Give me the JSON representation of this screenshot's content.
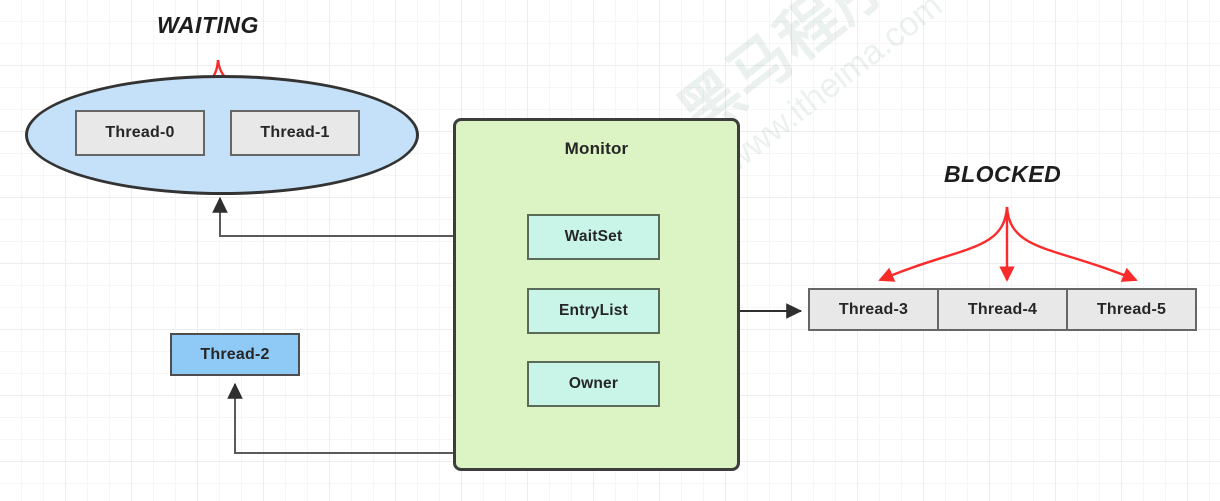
{
  "diagram": {
    "title_waiting": "WAITING",
    "title_blocked": "BLOCKED",
    "watermark_cn": "黑马程序员",
    "watermark_url": "www.itheima.com",
    "colors": {
      "waiting_ellipse_fill": "#c5e1f9",
      "monitor_fill": "#dcf3c3",
      "inner_fill": "#c8f5e8",
      "thread_gray_fill": "#e8e8e8",
      "thread_blue_fill": "#8fc9f5",
      "arrow_red": "#fa2b2b",
      "arrow_dark": "#3a3a3a",
      "grid_line": "#ededed"
    }
  },
  "waiting_group": {
    "label": "WAITING",
    "threads": [
      {
        "label": "Thread-0"
      },
      {
        "label": "Thread-1"
      }
    ]
  },
  "monitor": {
    "label": "Monitor",
    "slots": [
      {
        "label": "WaitSet"
      },
      {
        "label": "EntryList"
      },
      {
        "label": "Owner"
      }
    ]
  },
  "owner_thread": {
    "label": "Thread-2"
  },
  "blocked_group": {
    "label": "BLOCKED",
    "threads": [
      {
        "label": "Thread-3"
      },
      {
        "label": "Thread-4"
      },
      {
        "label": "Thread-5"
      }
    ]
  }
}
